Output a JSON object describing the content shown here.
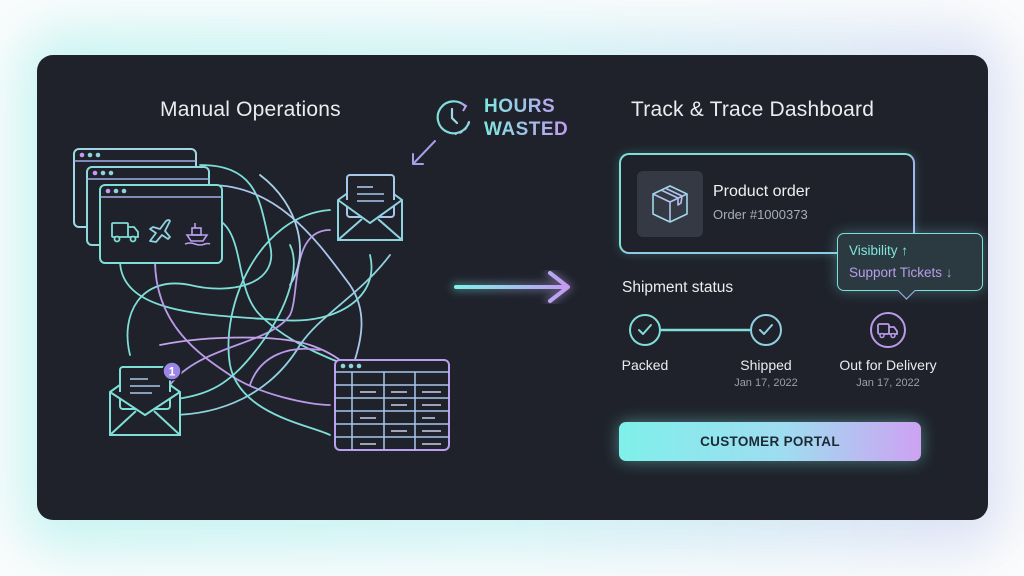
{
  "left_section": {
    "title": "Manual Operations",
    "callout": {
      "line1": "HOURS",
      "line2": "WASTED",
      "icon": "clock-icon"
    },
    "notification_badge": "1",
    "icons": [
      "browser-window-icon",
      "truck-icon",
      "airplane-icon",
      "ship-icon",
      "envelope-icon",
      "spreadsheet-icon"
    ]
  },
  "transition": {
    "icon": "arrow-right-icon"
  },
  "right_section": {
    "title": "Track & Trace Dashboard",
    "order_card": {
      "icon": "package-icon",
      "name": "Product order",
      "number": "Order #1000373"
    },
    "tooltip": {
      "line1": "Visibility ↑",
      "line2": "Support Tickets ↓"
    },
    "shipment": {
      "title": "Shipment status",
      "steps": [
        {
          "label": "Packed",
          "date": "",
          "icon": "check-icon",
          "status": "done"
        },
        {
          "label": "Shipped",
          "date": "Jan 17, 2022",
          "icon": "check-icon",
          "status": "done"
        },
        {
          "label": "Out for Delivery",
          "date": "Jan 17, 2022",
          "icon": "truck-icon",
          "status": "current"
        }
      ]
    },
    "cta": {
      "label": "CUSTOMER PORTAL"
    }
  },
  "colors": {
    "panel_bg": "#1f222b",
    "teal": "#7fded8",
    "lavender": "#c39bf0",
    "page_bg": "#fbfcfc"
  }
}
